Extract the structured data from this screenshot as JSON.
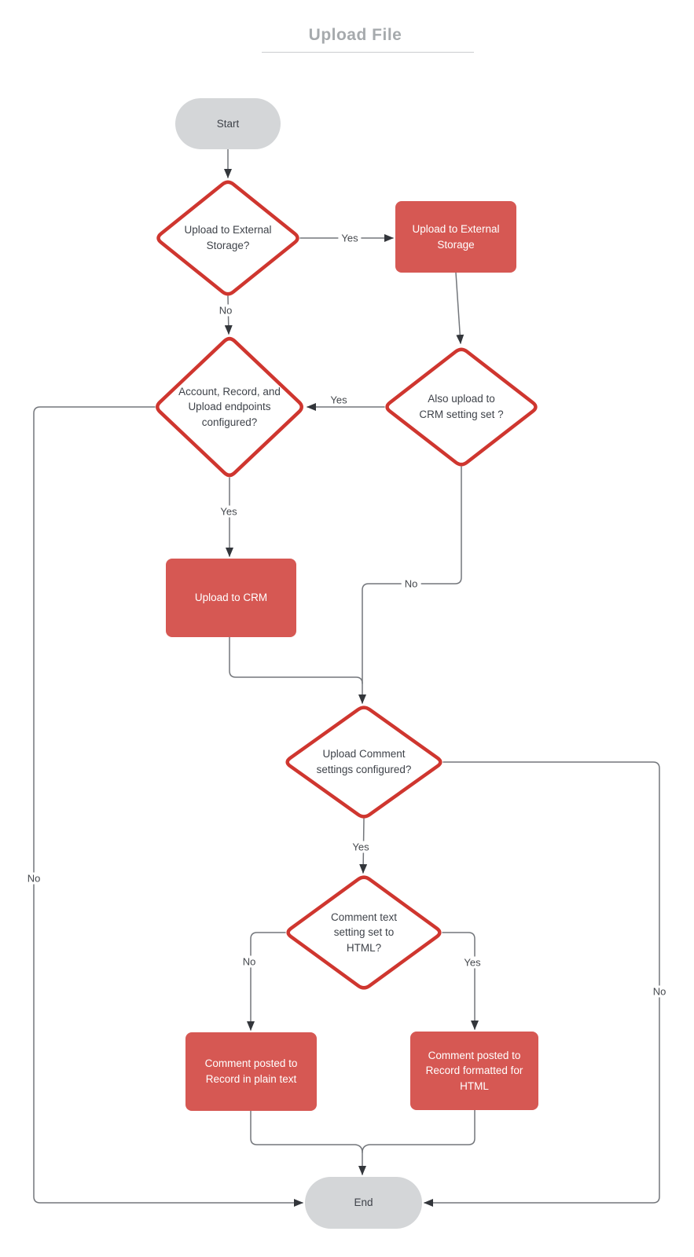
{
  "title": "Upload File",
  "nodes": {
    "start": "Start",
    "upload_external_q": "Upload to External\nStorage?",
    "upload_external": "Upload to External\nStorage",
    "also_upload_crm_q": "Also upload to\nCRM setting set ?",
    "endpoints_q": "Account, Record, and\nUpload endpoints\nconfigured?",
    "upload_crm": "Upload to CRM",
    "comment_settings_q": "Upload Comment\nsettings configured?",
    "comment_html_q": "Comment text\nsetting set to\nHTML?",
    "comment_plain": "Comment posted to\nRecord in plain text",
    "comment_html": "Comment posted to\nRecord formatted for\nHTML",
    "end": "End"
  },
  "edge_labels": {
    "external_yes": "Yes",
    "external_no": "No",
    "crm_setting_yes": "Yes",
    "crm_setting_no": "No",
    "endpoints_yes": "Yes",
    "endpoints_no": "No",
    "comment_settings_yes": "Yes",
    "comment_settings_no": "No",
    "html_yes": "Yes",
    "html_no": "No"
  },
  "colors": {
    "process_fill": "#d65853",
    "process_text": "#ffffff",
    "decision_border": "#cf362f",
    "decision_fill": "#ffffff",
    "terminator_fill": "#d4d6d8",
    "connector": "#73767b",
    "arrowhead": "#33363b",
    "title_text": "#a6aaad",
    "node_text": "#3f434a"
  }
}
